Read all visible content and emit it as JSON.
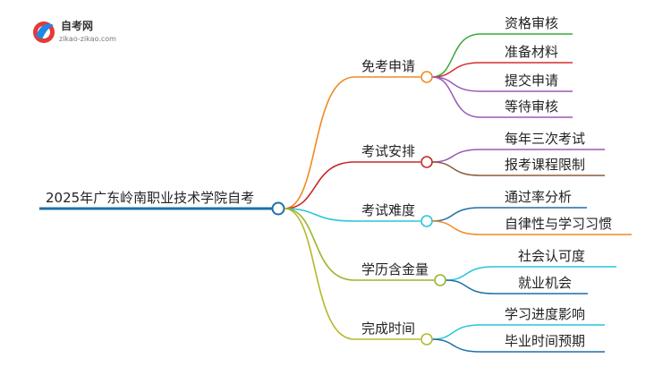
{
  "logo": {
    "name": "自考网",
    "url": "zikao-zikao.com"
  },
  "root": {
    "label": "2025年广东岭南职业技术学院自考",
    "color": "#1f6fa8"
  },
  "branches": [
    {
      "label": "免考申请",
      "color": "#f08a24",
      "children": [
        {
          "label": "资格审核",
          "color": "#3aa83a"
        },
        {
          "label": "准备材料",
          "color": "#d32f2f"
        },
        {
          "label": "提交申请",
          "color": "#9b59b6"
        },
        {
          "label": "等待审核",
          "color": "#9b59b6"
        }
      ]
    },
    {
      "label": "考试安排",
      "color": "#c62828",
      "children": [
        {
          "label": "每年三次考试",
          "color": "#9b59b6"
        },
        {
          "label": "报考课程限制",
          "color": "#8d5a3c"
        }
      ]
    },
    {
      "label": "考试难度",
      "color": "#26c6da",
      "children": [
        {
          "label": "通过率分析",
          "color": "#1f6fa8"
        },
        {
          "label": "自律性与学习习惯",
          "color": "#f08a24"
        }
      ]
    },
    {
      "label": "学历含金量",
      "color": "#9bb52a",
      "children": [
        {
          "label": "社会认可度",
          "color": "#26c6da"
        },
        {
          "label": "就业机会",
          "color": "#1f6fa8"
        }
      ]
    },
    {
      "label": "完成时间",
      "color": "#b5b82a",
      "children": [
        {
          "label": "学习进度影响",
          "color": "#26c6da"
        },
        {
          "label": "毕业时间预期",
          "color": "#1f6fa8"
        }
      ]
    }
  ]
}
